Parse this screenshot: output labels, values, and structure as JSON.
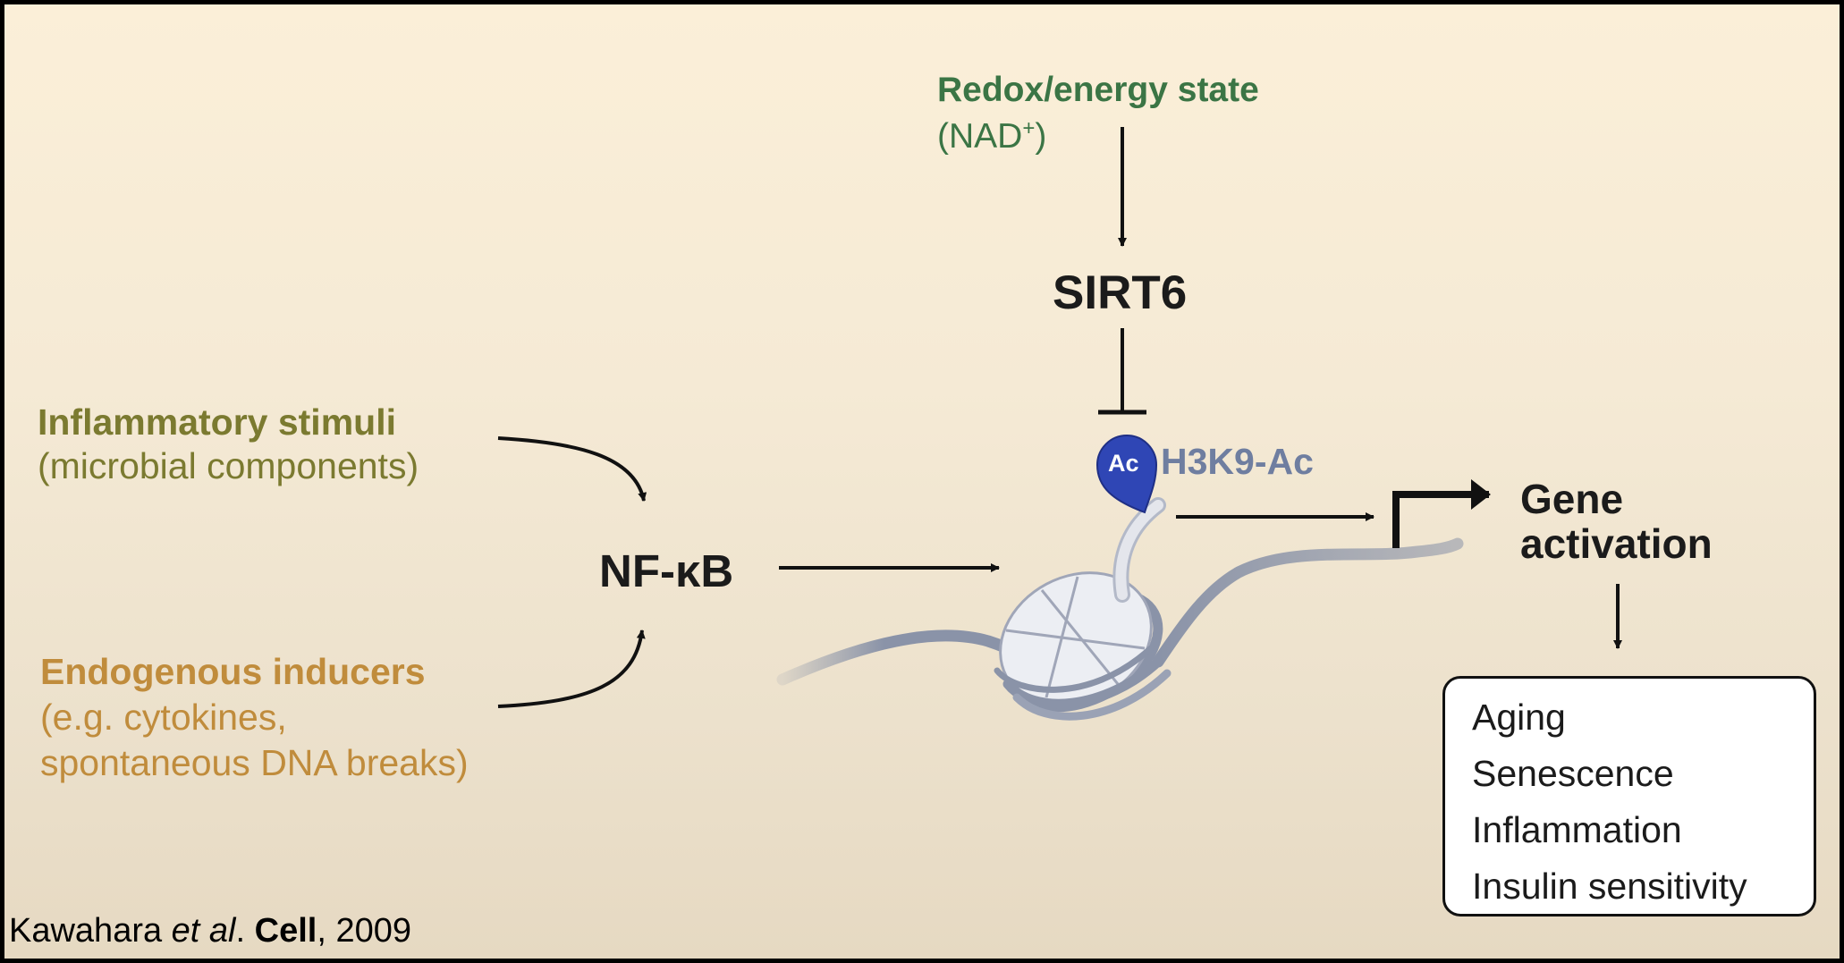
{
  "redox": {
    "title": "Redox/energy state",
    "sub_prefix": "(NAD",
    "sub_sup": "+",
    "sub_suffix": ")"
  },
  "sirt6": "SIRT6",
  "inflammatory": {
    "title": "Inflammatory stimuli",
    "sub": "(microbial components)"
  },
  "nfkb": {
    "prefix": "NF-",
    "kappa": "κ",
    "suffix": "B"
  },
  "endogenous": {
    "title": "Endogenous inducers",
    "sub1": "(e.g. cytokines,",
    "sub2": "spontaneous DNA breaks)"
  },
  "acetyl": {
    "badge": "Ac",
    "label": "H3K9-Ac"
  },
  "gene_activation": {
    "line1": "Gene",
    "line2": "activation"
  },
  "outcomes": [
    "Aging",
    "Senescence",
    "Inflammation",
    "Insulin sensitivity"
  ],
  "citation": {
    "author": "Kawahara ",
    "etal": "et al",
    "sep": ". ",
    "journal": "Cell",
    "year": ", 2009"
  },
  "colors": {
    "redox_green": "#3b7545",
    "inflammatory_olive": "#7b7a30",
    "endogenous_amber": "#c08c3c",
    "acetyl_blue": "#2f46b5",
    "dna_gray": "#8a93a8",
    "background": "#f5ead5"
  }
}
